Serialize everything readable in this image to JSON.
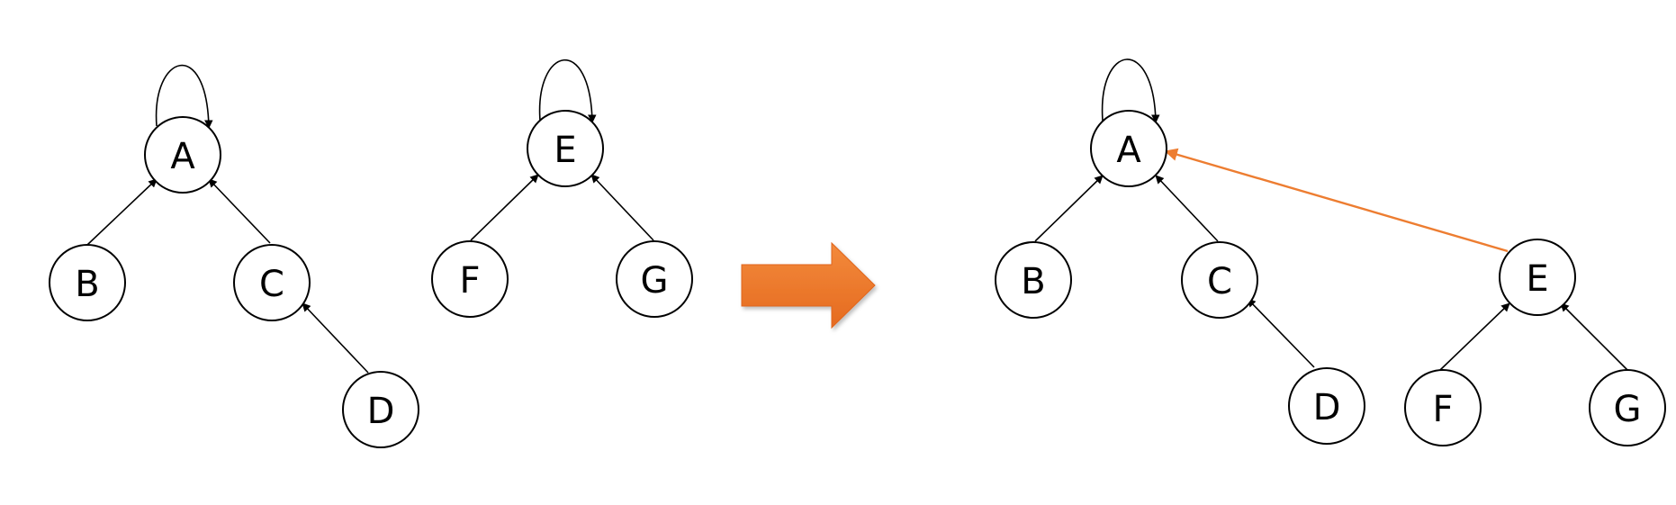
{
  "colors": {
    "node_stroke": "#000000",
    "edge": "#000000",
    "highlight_edge": "#ed7d31",
    "arrow_fill": "#ed7d31",
    "arrow_fill_light": "#f38a3c",
    "arrow_fill_dark": "#e56a1f"
  },
  "before": {
    "tree_a": {
      "root": "A",
      "nodes": [
        "A",
        "B",
        "C",
        "D"
      ],
      "edges": [
        {
          "from": "B",
          "to": "A"
        },
        {
          "from": "C",
          "to": "A"
        },
        {
          "from": "D",
          "to": "C"
        },
        {
          "from": "A",
          "to": "A",
          "self_loop": true
        }
      ]
    },
    "tree_e": {
      "root": "E",
      "nodes": [
        "E",
        "F",
        "G"
      ],
      "edges": [
        {
          "from": "F",
          "to": "E"
        },
        {
          "from": "G",
          "to": "E"
        },
        {
          "from": "E",
          "to": "E",
          "self_loop": true
        }
      ]
    }
  },
  "transition_arrow": {
    "icon": "right-arrow-icon"
  },
  "after": {
    "root": "A",
    "nodes": [
      "A",
      "B",
      "C",
      "D",
      "E",
      "F",
      "G"
    ],
    "edges": [
      {
        "from": "B",
        "to": "A"
      },
      {
        "from": "C",
        "to": "A"
      },
      {
        "from": "D",
        "to": "C"
      },
      {
        "from": "E",
        "to": "A",
        "highlight": true
      },
      {
        "from": "F",
        "to": "E"
      },
      {
        "from": "G",
        "to": "E"
      },
      {
        "from": "A",
        "to": "A",
        "self_loop": true
      }
    ]
  }
}
